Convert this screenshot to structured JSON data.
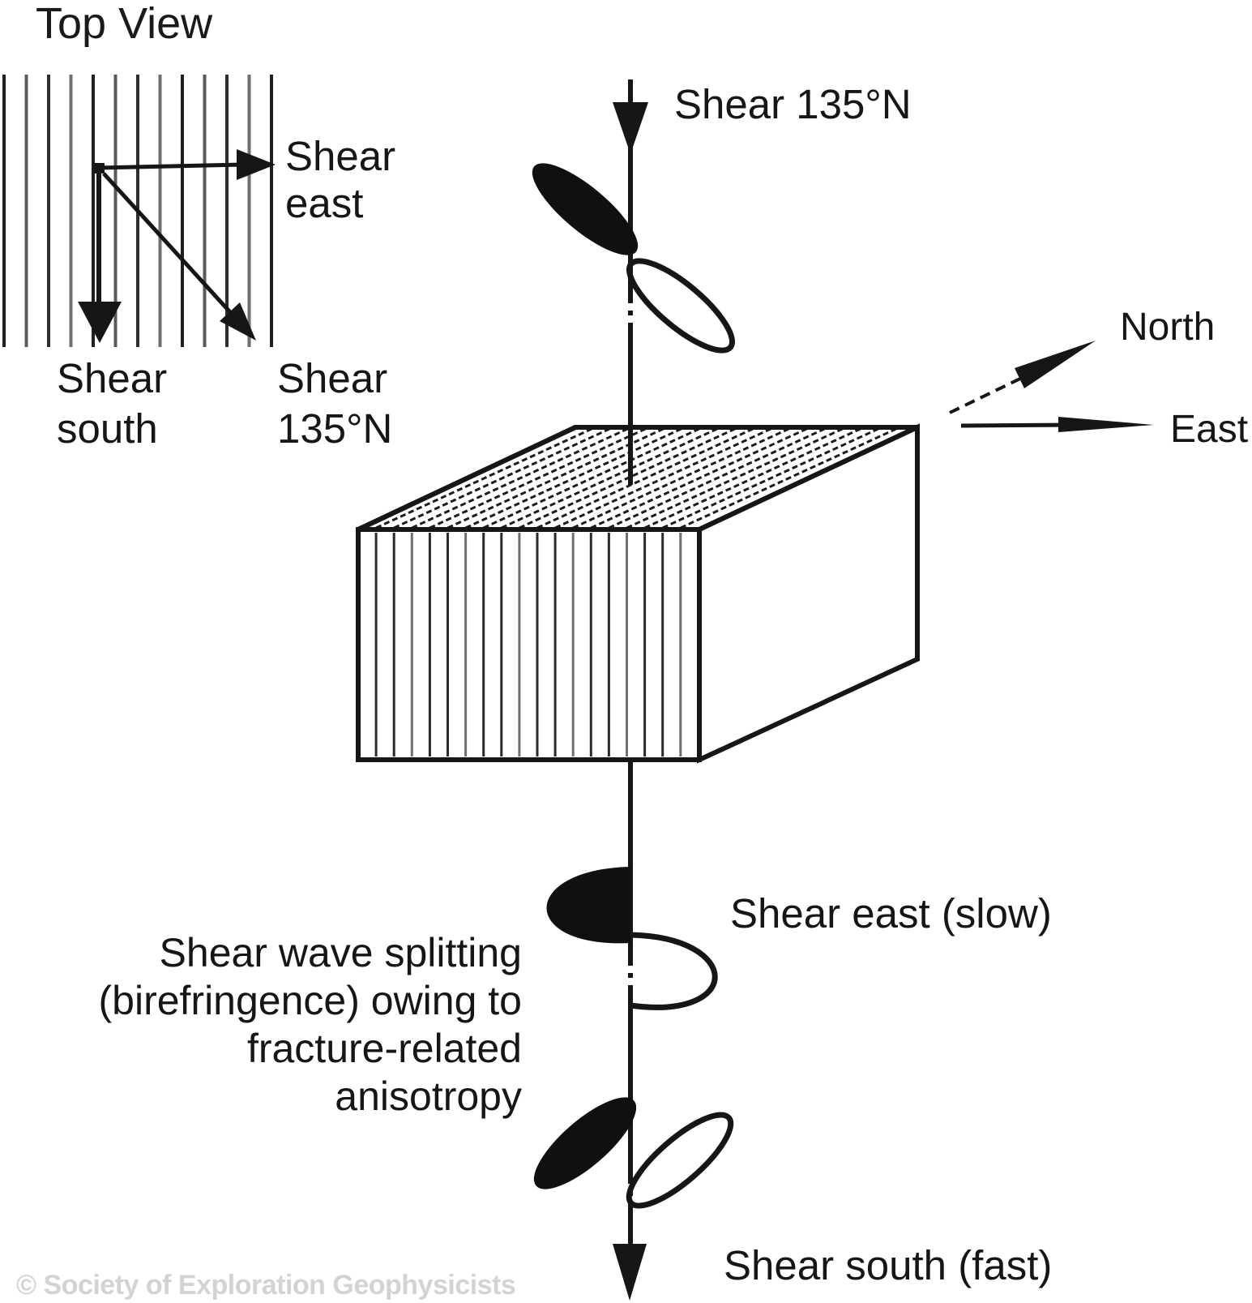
{
  "title": "Top View",
  "top_view": {
    "shear_east_label": "Shear east",
    "shear_south_label": "Shear south",
    "shear_135n_label": "Shear 135°N"
  },
  "scene": {
    "incident_label": "Shear 135°N",
    "north_label": "North",
    "east_label": "East",
    "slow_wave_label": "Shear east (slow)",
    "fast_wave_label": "Shear south (fast)"
  },
  "caption": {
    "line1": "Shear wave splitting",
    "line2": "(birefringence) owing to",
    "line3": "fracture-related",
    "line4": "anisotropy"
  },
  "footer": {
    "copyright": "© Society of Exploration Geophysicists"
  },
  "colors": {
    "ink": "#161616",
    "watermark": "#d3d3d3"
  }
}
